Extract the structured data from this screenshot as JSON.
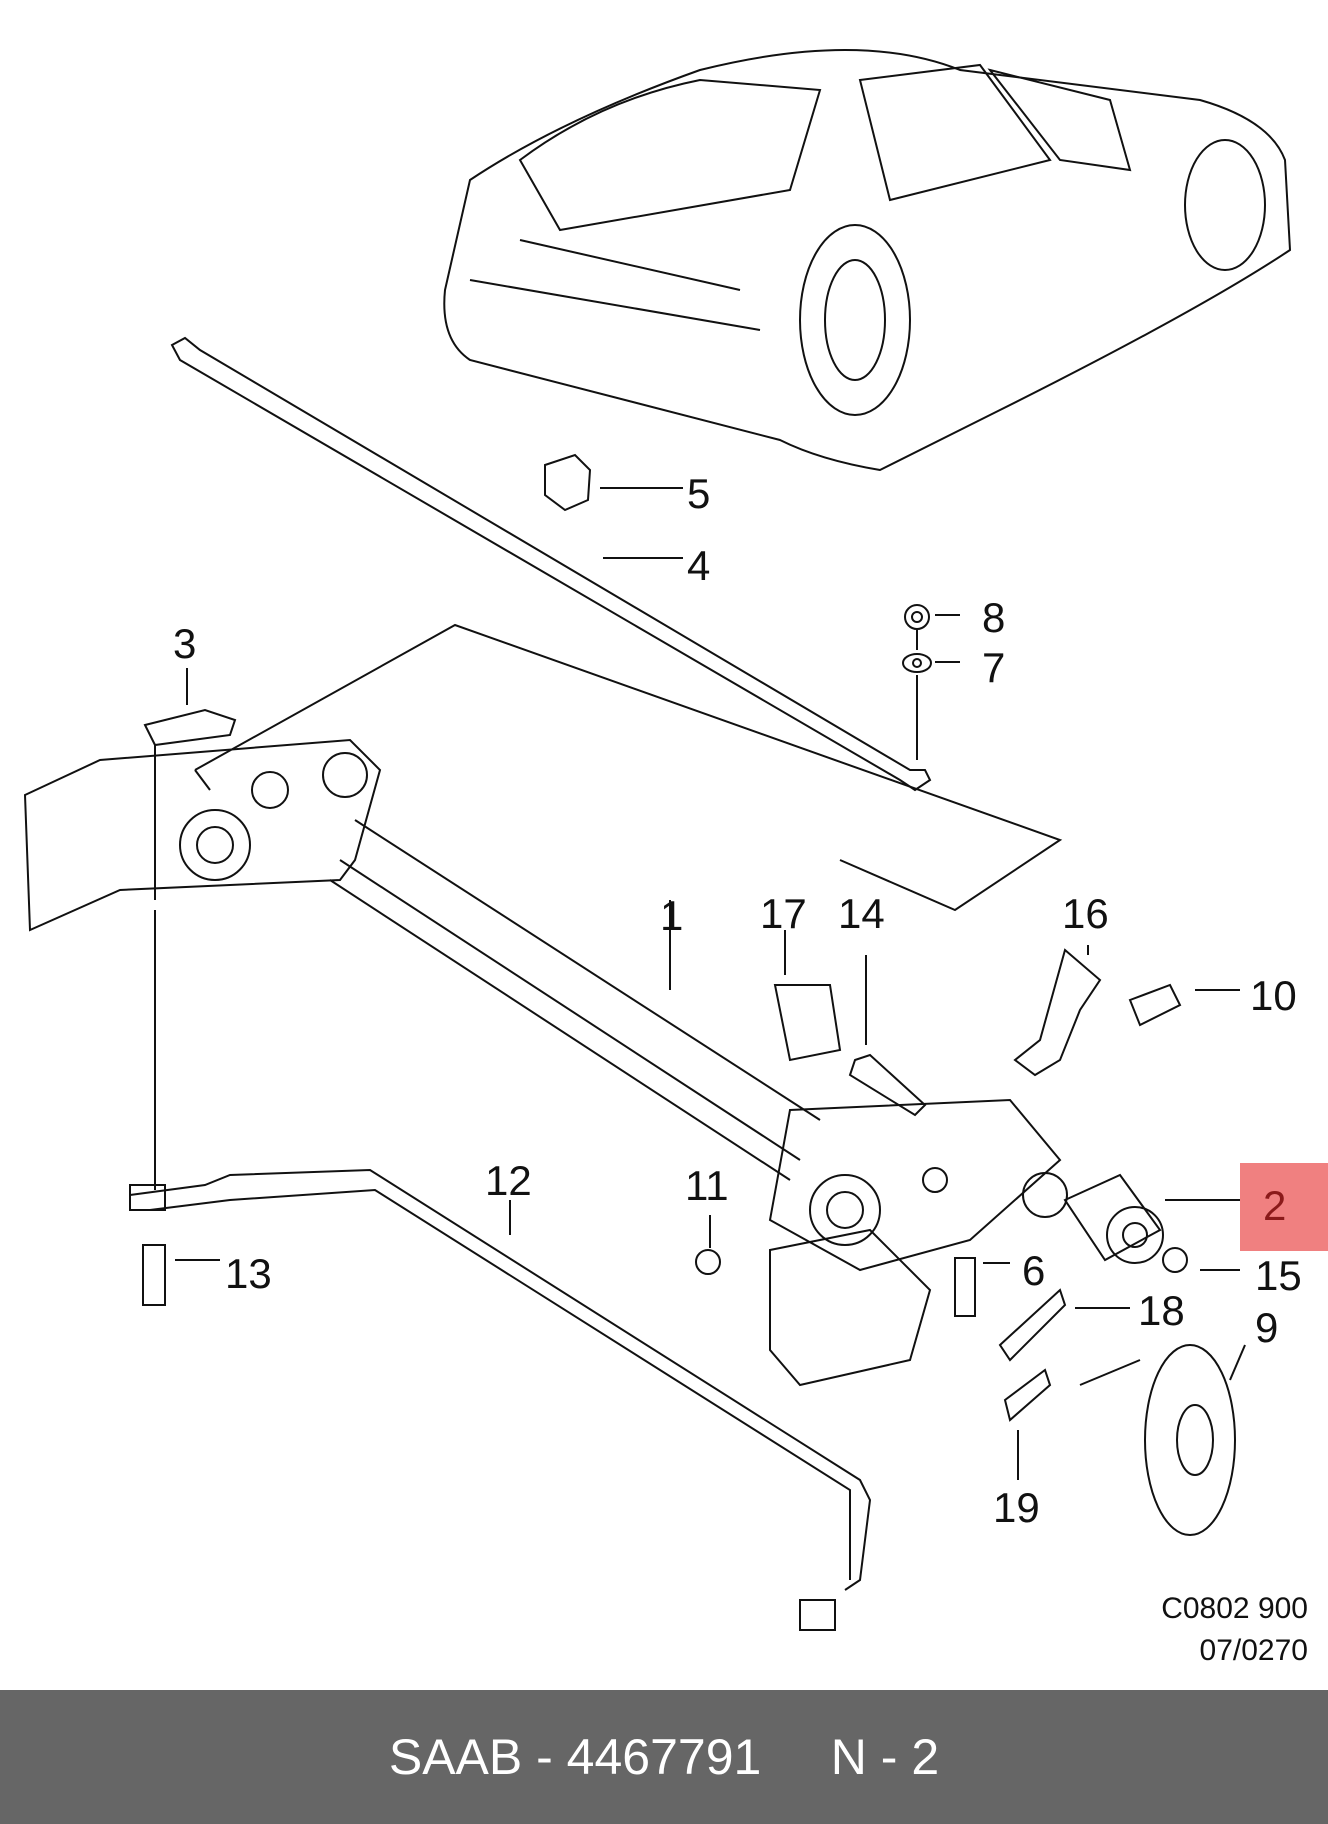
{
  "diagram": {
    "title": "Rear axle and suspension exploded view",
    "highlight_color": "#f08080",
    "highlighted_part": "2",
    "callouts": [
      {
        "id": "1",
        "label": "1"
      },
      {
        "id": "2",
        "label": "2"
      },
      {
        "id": "3",
        "label": "3"
      },
      {
        "id": "4",
        "label": "4"
      },
      {
        "id": "5",
        "label": "5"
      },
      {
        "id": "6",
        "label": "6"
      },
      {
        "id": "7",
        "label": "7"
      },
      {
        "id": "8",
        "label": "8"
      },
      {
        "id": "9",
        "label": "9"
      },
      {
        "id": "10",
        "label": "10"
      },
      {
        "id": "11",
        "label": "11"
      },
      {
        "id": "12",
        "label": "12"
      },
      {
        "id": "13",
        "label": "13"
      },
      {
        "id": "14",
        "label": "14"
      },
      {
        "id": "15",
        "label": "15"
      },
      {
        "id": "16",
        "label": "16"
      },
      {
        "id": "17",
        "label": "17"
      },
      {
        "id": "18",
        "label": "18"
      },
      {
        "id": "19",
        "label": "19"
      }
    ],
    "reference_code": "C0802 900",
    "reference_date": "07/0270"
  },
  "footer": {
    "text": "SAAB - 4467791     N - 2",
    "background": "#666666"
  }
}
